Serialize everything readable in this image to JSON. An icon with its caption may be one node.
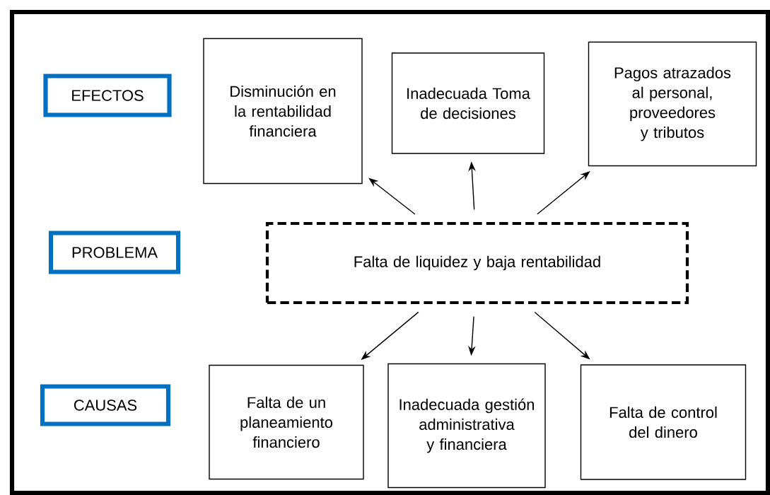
{
  "diagram": {
    "nodes": [
      {
        "text": [
          "EFECTOS"
        ]
      },
      {
        "text": [
          "Disminución en la rentabilidad financiera"
        ]
      },
      {
        "text": [
          "Inadecuada Toma de decisiones"
        ]
      },
      {
        "text": [
          "Pagos atrazados al personal, proveedores y tributos"
        ]
      },
      {
        "text": [
          "PROBLEMA"
        ]
      },
      {
        "text": [
          "Falta de liquidez y baja rentabilidad"
        ]
      },
      {
        "text": [
          "CAUSAS"
        ]
      },
      {
        "text": [
          "Falta de un planeamiento financiero"
        ]
      },
      {
        "text": [
          "Inadecuada gestión administrativa y financiera"
        ]
      },
      {
        "text": [
          "Falta de control del dinero"
        ]
      }
    ],
    "edges": [
      {
        "from": 5,
        "to": 1,
        "arrow": "to"
      },
      {
        "from": 5,
        "to": 2,
        "arrow": "to"
      },
      {
        "from": 5,
        "to": 3,
        "arrow": "to"
      },
      {
        "from": 5,
        "to": 7,
        "arrow": "to"
      },
      {
        "from": 5,
        "to": 8,
        "arrow": "to"
      },
      {
        "from": 5,
        "to": 9,
        "arrow": "to"
      }
    ]
  }
}
